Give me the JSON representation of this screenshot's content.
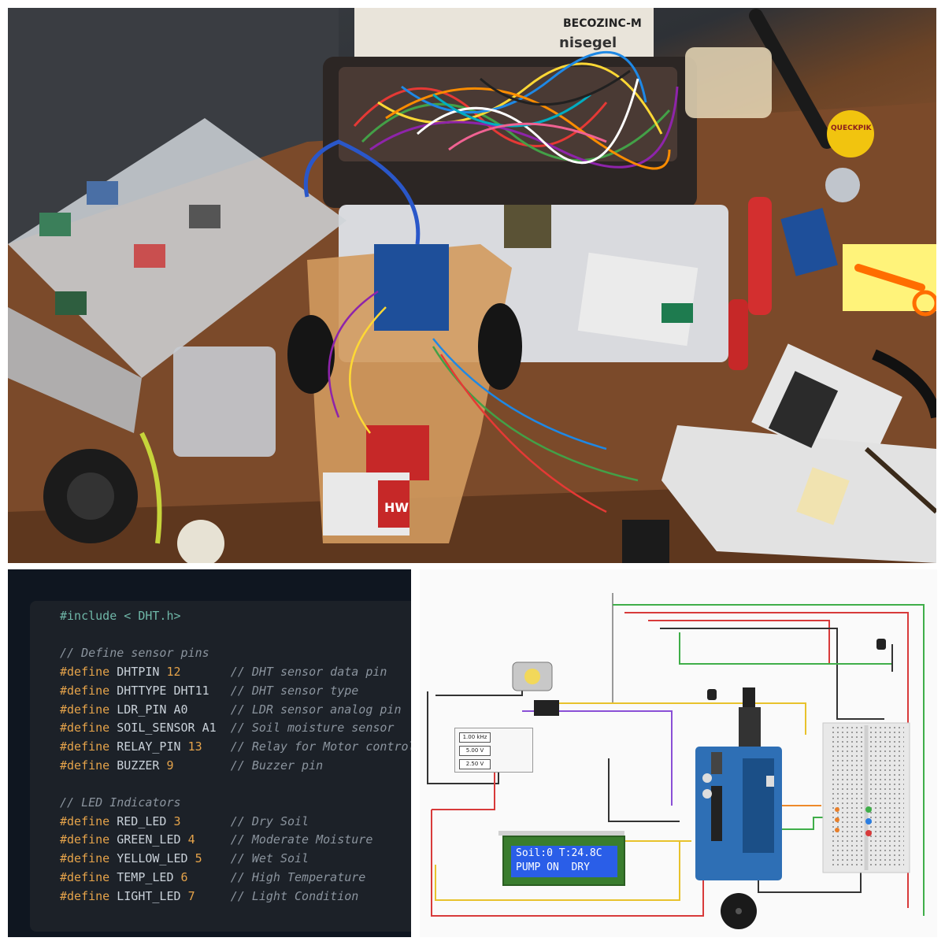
{
  "photo": {
    "case_brand": "BECOZINC-M",
    "case_sub": "nisegel",
    "battery_brand": "HW",
    "tin_label": "QUECKPIK"
  },
  "code": {
    "lines": [
      {
        "parts": [
          [
            "inc",
            "#include"
          ],
          [
            "inc",
            " < DHT.h>"
          ]
        ]
      },
      {
        "parts": []
      },
      {
        "parts": [
          [
            "cm",
            "// Define sensor pins"
          ]
        ]
      },
      {
        "parts": [
          [
            "kw",
            "#define"
          ],
          [
            "txt",
            " DHTPIN "
          ],
          [
            "num",
            "12"
          ],
          [
            "txt",
            "       "
          ],
          [
            "cm",
            "// DHT sensor data pin"
          ]
        ]
      },
      {
        "parts": [
          [
            "kw",
            "#define"
          ],
          [
            "txt",
            " DHTTYPE DHT11   "
          ],
          [
            "cm",
            "// DHT sensor type"
          ]
        ]
      },
      {
        "parts": [
          [
            "kw",
            "#define"
          ],
          [
            "txt",
            " LDR_PIN A0      "
          ],
          [
            "cm",
            "// LDR sensor analog pin"
          ]
        ]
      },
      {
        "parts": [
          [
            "kw",
            "#define"
          ],
          [
            "txt",
            " SOIL_SENSOR A1  "
          ],
          [
            "cm",
            "// Soil moisture sensor"
          ]
        ]
      },
      {
        "parts": [
          [
            "kw",
            "#define"
          ],
          [
            "txt",
            " RELAY_PIN "
          ],
          [
            "num",
            "13"
          ],
          [
            "txt",
            "    "
          ],
          [
            "cm",
            "// Relay for Motor control"
          ]
        ]
      },
      {
        "parts": [
          [
            "kw",
            "#define"
          ],
          [
            "txt",
            " BUZZER "
          ],
          [
            "num",
            "9"
          ],
          [
            "txt",
            "        "
          ],
          [
            "cm",
            "// Buzzer pin"
          ]
        ]
      },
      {
        "parts": []
      },
      {
        "parts": [
          [
            "cm",
            "// LED Indicators"
          ]
        ]
      },
      {
        "parts": [
          [
            "kw",
            "#define"
          ],
          [
            "txt",
            " RED_LED "
          ],
          [
            "num",
            "3"
          ],
          [
            "txt",
            "       "
          ],
          [
            "cm",
            "// Dry Soil"
          ]
        ]
      },
      {
        "parts": [
          [
            "kw",
            "#define"
          ],
          [
            "txt",
            " GREEN_LED "
          ],
          [
            "num",
            "4"
          ],
          [
            "txt",
            "     "
          ],
          [
            "cm",
            "// Moderate Moisture"
          ]
        ]
      },
      {
        "parts": [
          [
            "kw",
            "#define"
          ],
          [
            "txt",
            " YELLOW_LED "
          ],
          [
            "num",
            "5"
          ],
          [
            "txt",
            "    "
          ],
          [
            "cm",
            "// Wet Soil"
          ]
        ]
      },
      {
        "parts": [
          [
            "kw",
            "#define"
          ],
          [
            "txt",
            " TEMP_LED "
          ],
          [
            "num",
            "6"
          ],
          [
            "txt",
            "      "
          ],
          [
            "cm",
            "// High Temperature"
          ]
        ]
      },
      {
        "parts": [
          [
            "kw",
            "#define"
          ],
          [
            "txt",
            " LIGHT_LED "
          ],
          [
            "num",
            "7"
          ],
          [
            "txt",
            "     "
          ],
          [
            "cm",
            "// Light Condition"
          ]
        ]
      }
    ]
  },
  "circuit": {
    "lcd_line1": "Soil:0 T:24.8C",
    "lcd_line2": "PUMP ON  DRY",
    "function_generator": {
      "frequency": "1.00 kHz",
      "amplitude": "5.00 V",
      "offset": "2.50 V"
    },
    "wire_colors": {
      "red": "#d83a3a",
      "green": "#3fae49",
      "yellow": "#e8c22c",
      "orange": "#ee8a2a",
      "purple": "#8a4fd6",
      "black": "#333333",
      "gray": "#999999"
    }
  }
}
